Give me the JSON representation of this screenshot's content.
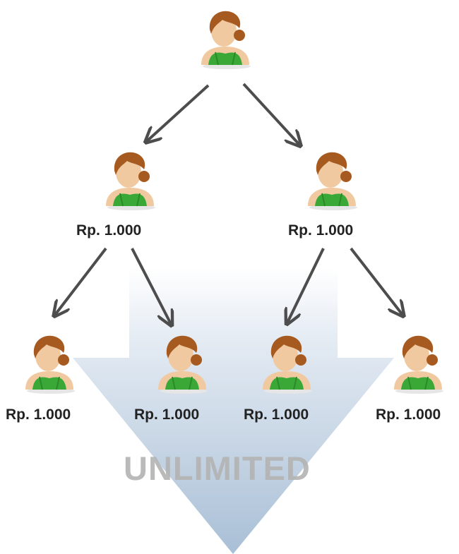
{
  "diagram": {
    "root": {
      "label": ""
    },
    "level2": [
      {
        "label": "Rp. 1.000"
      },
      {
        "label": "Rp. 1.000"
      }
    ],
    "level3": [
      {
        "label": "Rp. 1.000"
      },
      {
        "label": "Rp. 1.000"
      },
      {
        "label": "Rp. 1.000"
      },
      {
        "label": "Rp. 1.000"
      }
    ],
    "background_text": "UNLIMITED",
    "colors": {
      "arrow": "#4d4d4d",
      "shirt": "#3aa837",
      "hair": "#a65a1f",
      "skin": "#f1c9a0",
      "big_arrow": "#b7c9dc"
    },
    "icon": "person-icon"
  }
}
